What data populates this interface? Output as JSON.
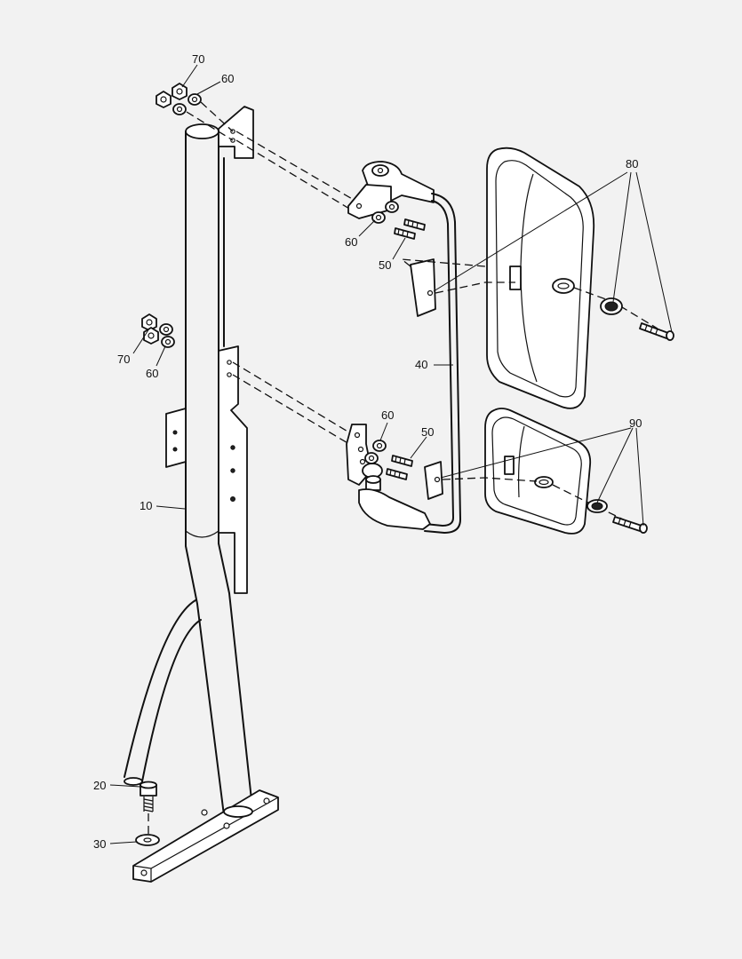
{
  "callouts": {
    "c70a": "70",
    "c60a": "60",
    "c60b": "60",
    "c50a": "50",
    "c80": "80",
    "c70b": "70",
    "c60c": "60",
    "c40": "40",
    "c60d": "60",
    "c50b": "50",
    "c90": "90",
    "c10": "10",
    "c20": "20",
    "c30": "30"
  }
}
